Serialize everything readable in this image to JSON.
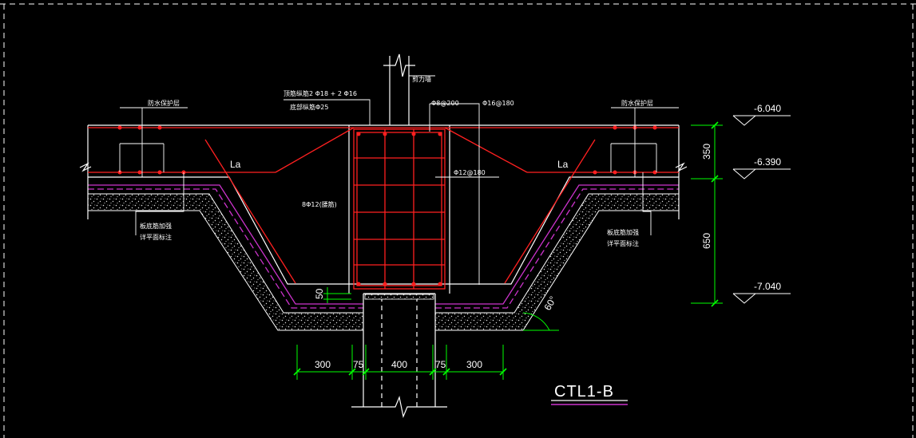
{
  "colors": {
    "background": "#000000",
    "outline": "#ffffff",
    "rebar": "#ff2020",
    "dimension": "#00ff00",
    "waterproof": "#cc33cc",
    "concrete_fill": "#d9d9d9"
  },
  "drawing": {
    "title": "CTL1-B",
    "labels": {
      "shear_wall": "剪力墙",
      "top_bar_note_1": "顶筋纵筋2 Φ18 + 2 Φ16",
      "top_bar_note_2": "底部纵筋Φ25",
      "stirrup_1": "Φ8@200",
      "stirrup_2": "Φ16@180",
      "tie_bar": "Φ12@180",
      "side_bars": "8Φ12(腰筋)",
      "waterproof_left": "防水保护层",
      "waterproof_right": "防水保护层",
      "slab_rebar_left_1": "板底筋加强",
      "slab_rebar_left_2": "详平面标注",
      "slab_rebar_right_1": "板底筋加强",
      "slab_rebar_right_2": "详平面标注",
      "anchor_left": "La",
      "anchor_right": "La",
      "angle": "60°",
      "cover": "50"
    },
    "elevations": [
      "-6.040",
      "-6.390",
      "-7.040"
    ],
    "vertical_dims": [
      "350",
      "650"
    ],
    "horizontal_dims": [
      "300",
      "75",
      "400",
      "75",
      "300"
    ]
  }
}
